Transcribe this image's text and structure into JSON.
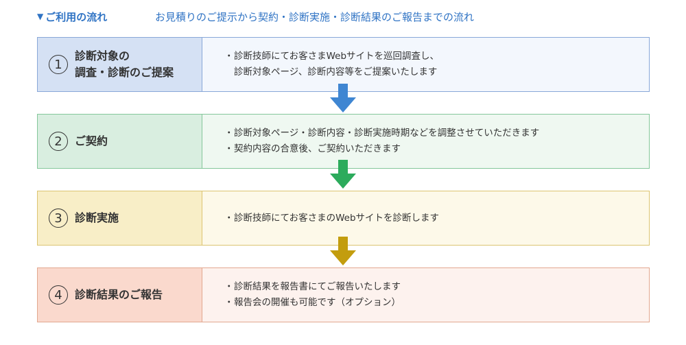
{
  "header": {
    "title": "ご利用の流れ",
    "subtitle": "お見積りのご提示から契約・診断実施・診断結果のご報告までの流れ"
  },
  "steps": [
    {
      "number": "1",
      "name_lines": [
        "診断対象の",
        "調査・診断のご提案"
      ],
      "lines": [
        "診断技師にてお客さまWebサイトを巡回調査し、",
        "診断対象ページ、診断内容等をご提案いたします"
      ],
      "bullets": [
        "・",
        ""
      ]
    },
    {
      "number": "2",
      "name_lines": [
        "ご契約"
      ],
      "lines": [
        "診断対象ページ・診断内容・診断実施時期などを調整させていただきます",
        "契約内容の合意後、ご契約いただきます"
      ],
      "bullets": [
        "・",
        "・"
      ]
    },
    {
      "number": "3",
      "name_lines": [
        "診断実施"
      ],
      "lines": [
        "診断技師にてお客さまのWebサイトを診断します"
      ],
      "bullets": [
        "・"
      ]
    },
    {
      "number": "4",
      "name_lines": [
        "診断結果のご報告"
      ],
      "lines": [
        "診断結果を報告書にてご報告いたします",
        "報告会の開催も可能です（オプション）"
      ],
      "bullets": [
        "・",
        "・"
      ]
    }
  ],
  "colors": {
    "accent": "#2f73c4",
    "arrow1": "#3f86d2",
    "arrow2": "#2cab5c",
    "arrow3": "#c39d0e"
  }
}
